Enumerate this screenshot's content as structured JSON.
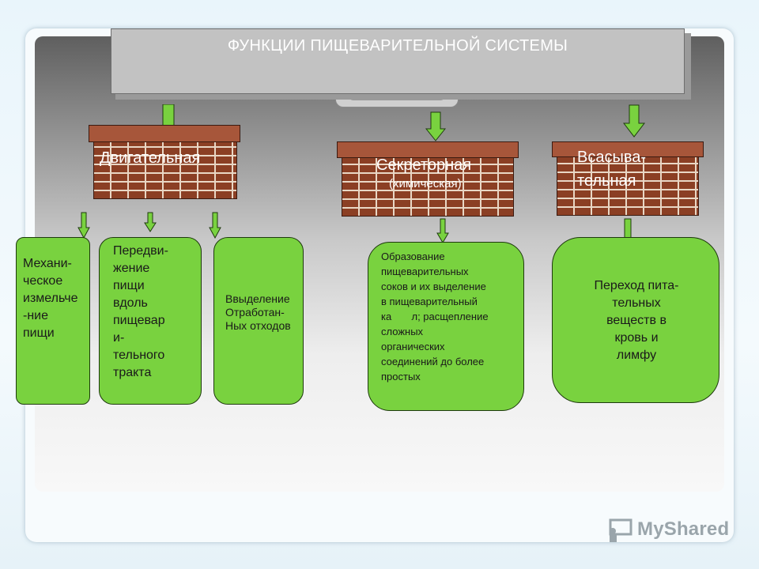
{
  "title": "ФУНКЦИИ ПИЩЕВАРИТЕЛЬНОЙ СИСТЕМЫ",
  "colors": {
    "node_fill": "#79d23f",
    "arrow_fill": "#79d23f",
    "brick": "#8b3f24"
  },
  "categories": [
    {
      "label": "Двигательная",
      "sublabel": ""
    },
    {
      "label": "Секреторная",
      "sublabel": "(химическая)"
    },
    {
      "label_line1": "Всасыва-",
      "label_line2": "тельная"
    }
  ],
  "motor_nodes": [
    {
      "lines": [
        "Механи-",
        "ческое",
        "измельче",
        "-ние",
        "пищи"
      ]
    },
    {
      "lines": [
        "Передви-",
        "жение",
        "пищи",
        "вдоль",
        "пищевар",
        "и-",
        "тельного",
        "тракта"
      ]
    },
    {
      "lines": [
        "Ввыделение",
        "Отработан-",
        "Ных отходов"
      ]
    }
  ],
  "secretory_node": {
    "lines": [
      "Образование",
      "пищеварительных",
      "соков и их выделение",
      "в пищеварительный",
      "ка       л; расщепление",
      "сложных",
      "органических",
      "соединений до более",
      "простых"
    ]
  },
  "absorption_node": {
    "lines": [
      "Переход пита-",
      "тельных",
      "веществ в",
      "кровь и",
      "лимфу"
    ]
  },
  "watermark": {
    "text": "MyShared",
    "icon": "teacher-board-icon"
  }
}
